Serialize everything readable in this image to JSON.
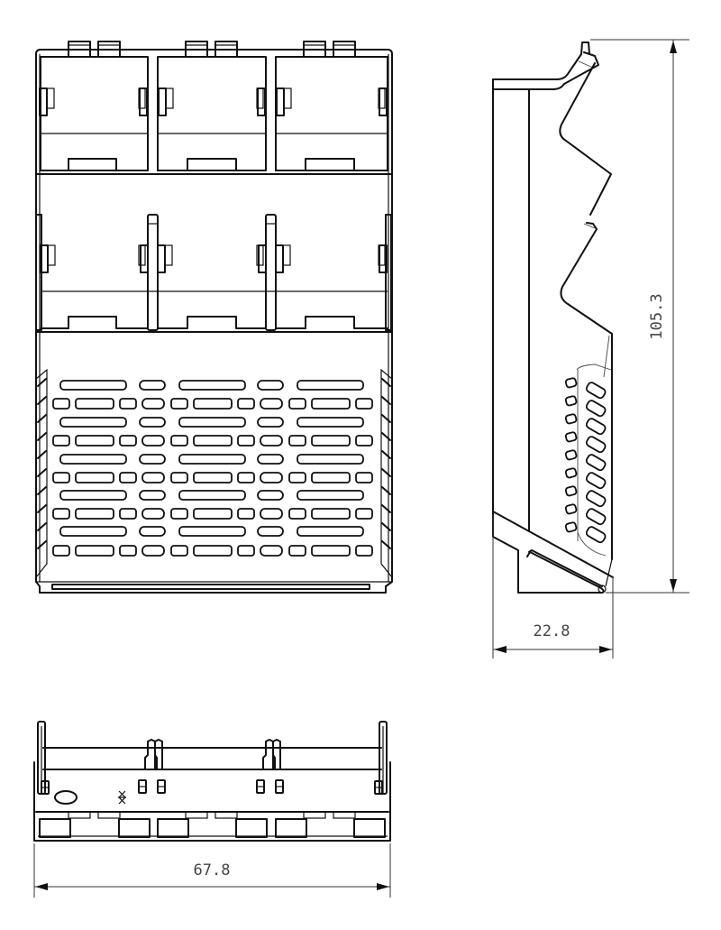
{
  "drawing": {
    "title": "Enclosure housing technical drawing",
    "views": [
      {
        "name": "front-view",
        "label": ""
      },
      {
        "name": "side-view",
        "label": ""
      },
      {
        "name": "bottom-view",
        "label": ""
      }
    ],
    "units": "mm",
    "line_color": "#111111",
    "dimension_color": "#444444"
  },
  "dimensions": {
    "height": "105.3",
    "depth": "22.8",
    "width": "67.8"
  },
  "front_view": {
    "module_columns": 3,
    "module_rows": 2,
    "top_pins_per_module": 2,
    "vent_rows": 10
  },
  "side_view": {
    "vent_slots": 9
  }
}
